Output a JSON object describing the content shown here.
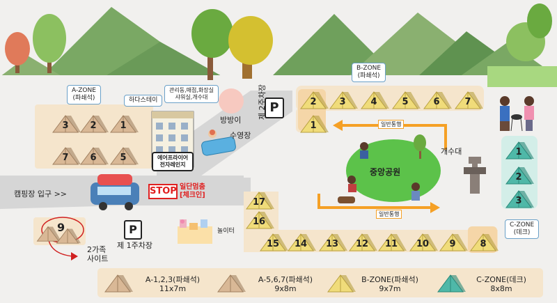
{
  "zones": {
    "a_zone": {
      "title": "A-ZONE",
      "sub": "(파쇄석)",
      "tents": [
        "3",
        "2",
        "1",
        "7",
        "6",
        "5"
      ]
    },
    "b_zone": {
      "title": "B-ZONE",
      "sub": "(파쇄석)",
      "tents": [
        "2",
        "3",
        "4",
        "5",
        "6",
        "7",
        "1",
        "17",
        "16",
        "15",
        "14",
        "13",
        "12",
        "11",
        "10",
        "9",
        "8"
      ]
    },
    "c_zone": {
      "title": "C-ZONE",
      "sub": "(데크)",
      "tents": [
        "1",
        "2",
        "3"
      ]
    },
    "family": {
      "number": "9",
      "label_line1": "2가족",
      "label_line2": "사이트"
    }
  },
  "places": {
    "hada_stay": "하다스테이",
    "facilities_line1": "관리동,매점,화장실",
    "facilities_line2": "샤워실,개수대",
    "air_line1": "에어프라이어",
    "air_line2": "전자레인지",
    "bangbang": "방방이",
    "pool": "수영장",
    "parking2": "제 2주차장",
    "parking1": "제 1주차장",
    "central_park": "중앙공원",
    "sink": "개수대",
    "playground": "놀이터",
    "entrance": "캠핑장 입구 >>",
    "stop_sign": "STOP",
    "checkin_line1": "일단멈춤",
    "checkin_line2": "[체크인]",
    "oneway_top": "일반통행",
    "oneway_bottom": "일반통행",
    "parking_symbol": "P"
  },
  "legend": [
    {
      "name": "A-1,2,3(파쇄석)",
      "size": "11x7m",
      "color": "#d9b896"
    },
    {
      "name": "A-5,6,7(파쇄석)",
      "size": "9x8m",
      "color": "#d9b896"
    },
    {
      "name": "B-ZONE(파쇄석)",
      "size": "9x7m",
      "color": "#f0dc7a"
    },
    {
      "name": "C-ZONE(데크)",
      "size": "8x8m",
      "color": "#4fb8a8"
    }
  ],
  "colors": {
    "tent_a": "#d9b896",
    "tent_b": "#f0dc7a",
    "tent_c": "#4fb8a8",
    "road": "#d6d6d6",
    "zone_bg": "#f5e5cc",
    "park": "#5cc24a",
    "arrow": "#f5a025"
  }
}
